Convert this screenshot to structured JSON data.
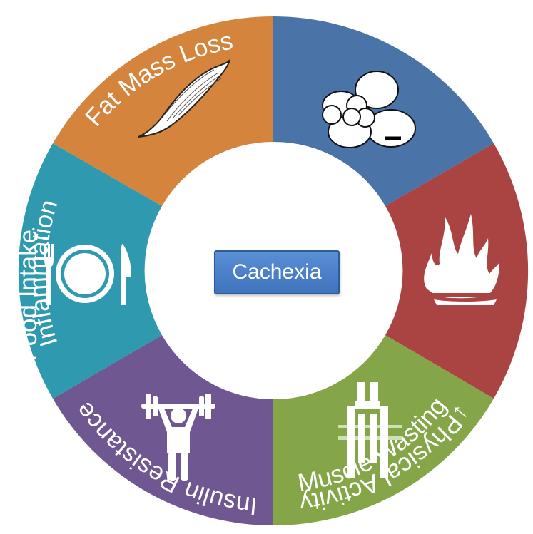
{
  "center_label": "Cachexia",
  "segments": [
    {
      "id": "fat-mass-loss",
      "label": "Fat Mass Loss",
      "color": "#4a73a8",
      "icon": "fat-cells-icon"
    },
    {
      "id": "inflammation",
      "label": "Inflammation",
      "color": "#a94442",
      "icon": "fire-icon"
    },
    {
      "id": "insulin-resistance",
      "label": "Insulin Resistance",
      "color": "#84a548",
      "icon": "insulin-receptor-icon"
    },
    {
      "id": "physical-activity",
      "label": "↓Physical Activity",
      "color": "#6f5891",
      "icon": "weightlifter-icon"
    },
    {
      "id": "food-intake",
      "label": "↓ Food Intake",
      "color": "#2f9aaf",
      "icon": "plate-cutlery-icon"
    },
    {
      "id": "muscle-wasting",
      "label": "Muscle Wasting",
      "color": "#d4843c",
      "icon": "muscle-icon"
    }
  ]
}
